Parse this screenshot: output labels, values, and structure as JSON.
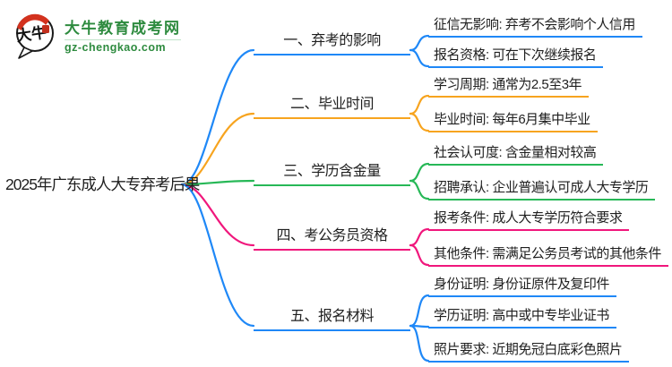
{
  "site": {
    "name": "大牛教育成考网",
    "domain": "gz-chengkao.com",
    "brand_color": "#2e8b3f",
    "logo_icon": "ox-speech-bubble-icon",
    "logo_icon_text": "大牛"
  },
  "colors": {
    "branch_1": "#1f88f7",
    "branch_2": "#f7a41f",
    "branch_3": "#27b857",
    "branch_4": "#f0177c",
    "branch_5": "#1f88f7",
    "text": "#1f1f1f",
    "background": "#ffffff"
  },
  "mindmap": {
    "root": "2025年广东成人大专弃考后果",
    "branches": [
      {
        "label": "一、弃考的影响",
        "color": "#1f88f7",
        "children": [
          "征信无影响: 弃考不会影响个人信用",
          "报名资格: 可在下次继续报名"
        ]
      },
      {
        "label": "二、毕业时间",
        "color": "#f7a41f",
        "children": [
          "学习周期: 通常为2.5至3年",
          "毕业时间: 每年6月集中毕业"
        ]
      },
      {
        "label": "三、学历含金量",
        "color": "#27b857",
        "children": [
          "社会认可度: 含金量相对较高",
          "招聘承认: 企业普遍认可成人大专学历"
        ]
      },
      {
        "label": "四、考公务员资格",
        "color": "#f0177c",
        "children": [
          "报考条件: 成人大专学历符合要求",
          "其他条件: 需满足公务员考试的其他条件"
        ]
      },
      {
        "label": "五、报名材料",
        "color": "#1f88f7",
        "children": [
          "身份证明: 身份证原件及复印件",
          "学历证明: 高中或中专毕业证书",
          "照片要求: 近期免冠白底彩色照片"
        ]
      }
    ]
  }
}
